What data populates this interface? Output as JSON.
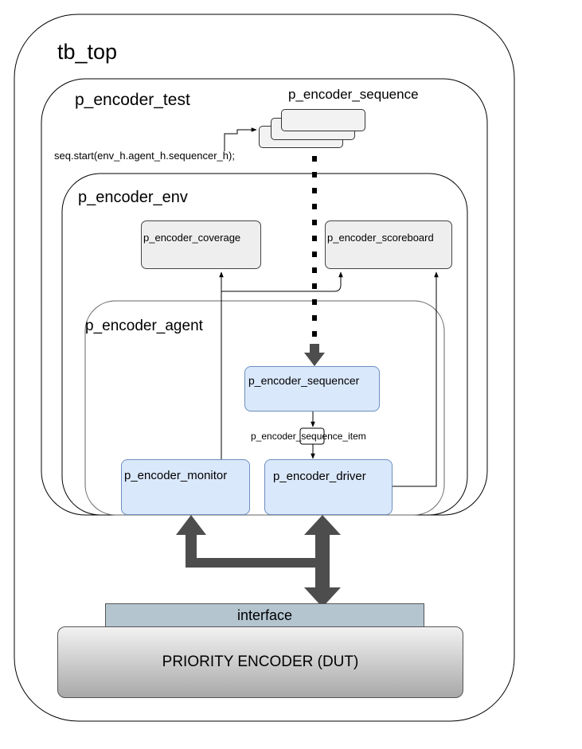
{
  "tb_top": {
    "label": "tb_top"
  },
  "test": {
    "label": "p_encoder_test"
  },
  "sequence": {
    "label": "p_encoder_sequence"
  },
  "seq_start": {
    "label": "seq.start(env_h.agent_h.sequencer_h);"
  },
  "env": {
    "label": "p_encoder_env",
    "coverage": "p_encoder_coverage",
    "scoreboard": "p_encoder_scoreboard"
  },
  "agent": {
    "label": "p_encoder_agent",
    "sequencer": "p_encoder_sequencer",
    "sequence_item": "p_encoder_sequence_item",
    "monitor": "p_encoder_monitor",
    "driver": "p_encoder_driver"
  },
  "interface": {
    "label": "interface"
  },
  "dut": {
    "label": "PRIORITY ENCODER (DUT)"
  },
  "colors": {
    "component_fill": "#dae8fc",
    "component_border": "#6c8ebf",
    "env_component_fill": "#eeeeee",
    "interface_fill": "#b4c5d0",
    "dut_gradient_top": "#f2f2f2",
    "dut_gradient_bottom": "#a8a8a8",
    "big_arrow": "#4d4d4d"
  }
}
